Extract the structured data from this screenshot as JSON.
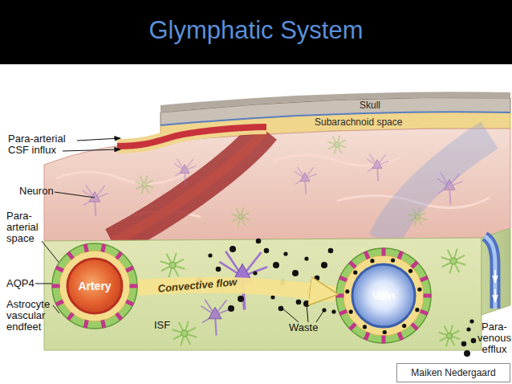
{
  "diagram": {
    "title": "Glymphatic System",
    "nodes": [
      {
        "text": [
          "Artery"
        ]
      },
      {
        "text": [
          "Vein"
        ]
      },
      {
        "text": [
          "Maiken Nedergaard"
        ]
      }
    ],
    "edges": [
      {
        "from": 0,
        "to": 1,
        "arrow": "to",
        "label": "Convective flow"
      }
    ],
    "labels": [
      "Skull",
      "Subarachnoid space",
      "Para-arterial CSF influx",
      "Neuron",
      "Para-arterial space",
      "AQP4",
      "Astrocyte vascular endfeet",
      "ISF",
      "Waste",
      "Para-venous efflux"
    ]
  }
}
